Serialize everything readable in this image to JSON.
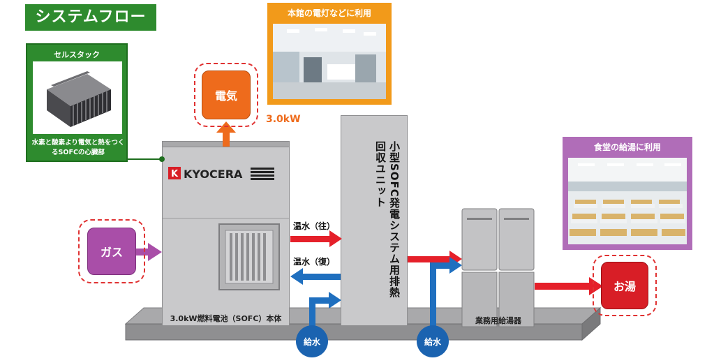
{
  "title": "システムフロー",
  "cell_stack": {
    "title": "セルスタック",
    "description": "水素と酸素より電気と熱をつくるSOFCの心臓部"
  },
  "photos": {
    "main_building": "本館の電灯などに利用",
    "cafeteria": "食堂の給湯に利用"
  },
  "outputs": {
    "electricity": "電気",
    "power_value": "3.0kW",
    "hot_water": "お湯"
  },
  "inputs": {
    "gas": "ガス",
    "water_supply_1": "給水",
    "water_supply_2": "給水"
  },
  "units": {
    "fuel_cell_brand": "KYOCERA",
    "fuel_cell_label": "3.0kW燃料電池（SOFC）本体",
    "heat_recovery_label": "小型SOFC発電システム用排熱回収ユニット",
    "water_heater_label": "業務用給湯器"
  },
  "flows": {
    "hot_water_out": "温水（往）",
    "hot_water_return": "温水（復）"
  },
  "colors": {
    "title_green": "#2e8b2e",
    "electricity_orange": "#ee6b1c",
    "gas_purple": "#a94ea8",
    "hot_water_red": "#d81e26",
    "water_blue": "#1b63b0",
    "flow_red": "#e5202a",
    "flow_blue": "#1f6fbf"
  }
}
